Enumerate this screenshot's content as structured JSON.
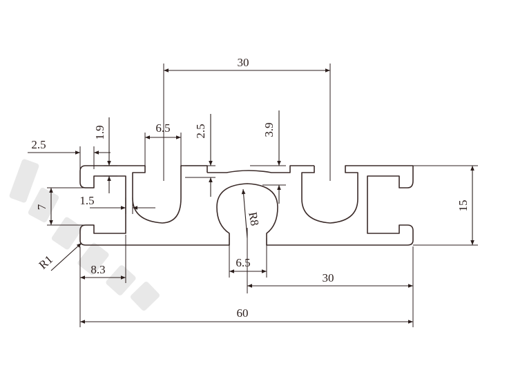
{
  "dimensions": {
    "overall_width": "60",
    "center_pitch_top": "30",
    "center_pitch_bottom": "30",
    "height": "15",
    "slot_width_top": "6.5",
    "slot_width_bottom": "6.5",
    "lip_depth": "2.5",
    "groove_depth": "3.9",
    "lip_thickness": "1.9",
    "edge_offset": "2.5",
    "slot_opening": "7",
    "wall": "1.5",
    "edge_to_slot": "8.3",
    "radius_groove": "R8",
    "radius_corner": "R1"
  },
  "colors": {
    "line": "#2b1e1c",
    "profile": "#3a2a28",
    "watermark": "#e6e6e6"
  }
}
